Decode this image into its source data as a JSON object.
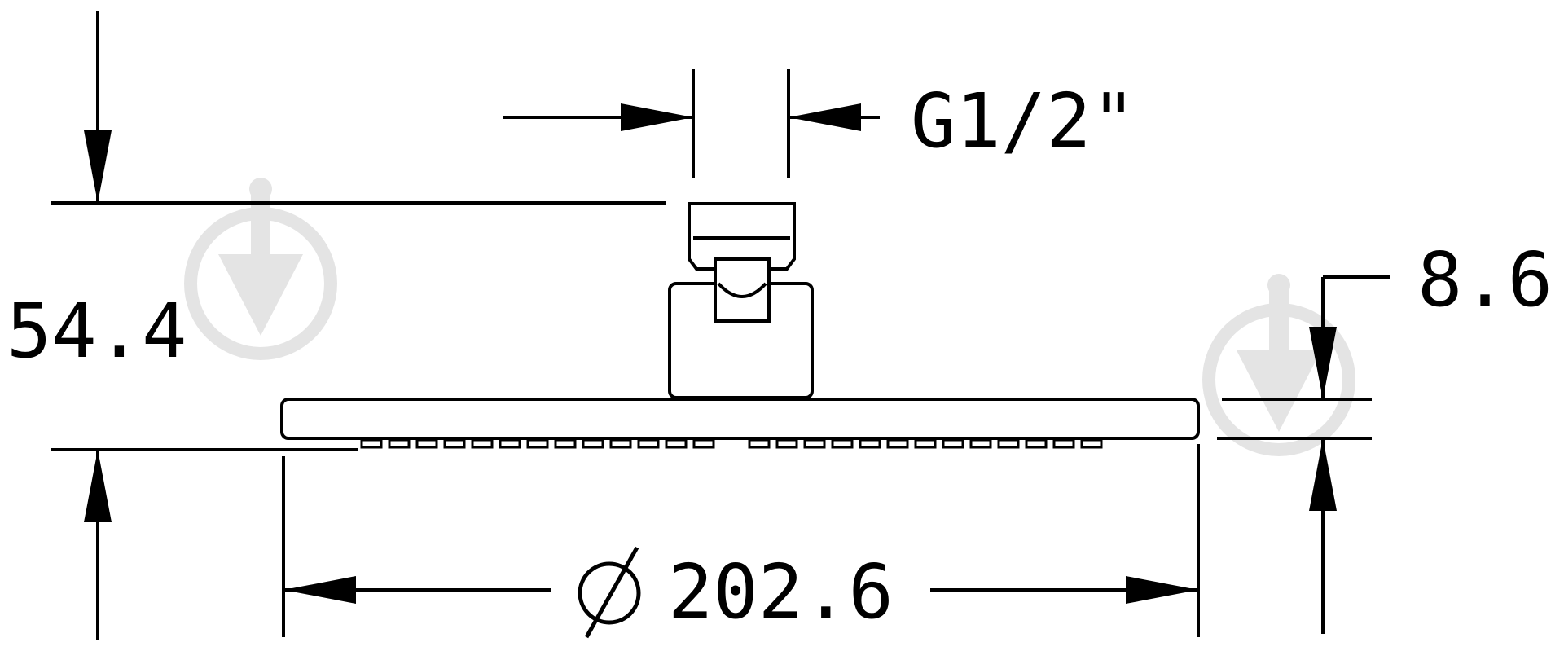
{
  "dimensions": {
    "thread": "G1/2\"",
    "height": "54.4",
    "plate_thickness": "8.6",
    "diameter": "202.6"
  },
  "symbols": {
    "diameter_symbol": "diameter-icon"
  },
  "colors": {
    "ink": "#000000",
    "background": "#ffffff",
    "watermark": "#e4e4e4"
  }
}
